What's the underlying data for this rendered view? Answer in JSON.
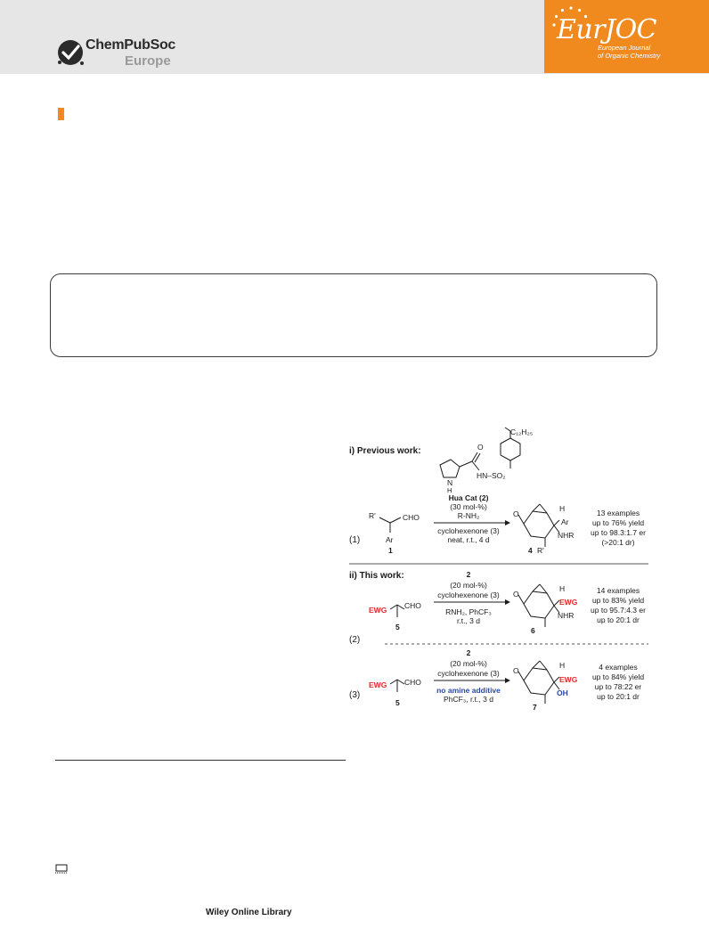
{
  "header": {
    "publisher_line1": "ChemPubSoc",
    "publisher_line2": "Europe",
    "journal_brand": "EurJOC",
    "journal_sub1": "European Journal",
    "journal_sub2": "of Organic Chemistry",
    "accent_color": "#f08a1e"
  },
  "scheme": {
    "previous_label": "i) Previous work:",
    "catalyst_substituent": "C₁₂H₂₅",
    "catalyst_hn": "HN–SO₂",
    "catalyst_nh": "N",
    "catalyst_h": "H",
    "catalyst_o": "O",
    "catalyst_name": "Hua Cat (2)",
    "r1": {
      "number": "(1)",
      "substrate_r": "R'",
      "substrate_cho": "CHO",
      "substrate_ar": "Ar",
      "substrate_id": "1",
      "above_arrow": [
        "(30 mol-%)",
        "R-NH₂"
      ],
      "below_arrow": [
        "cyclohexenone (3)",
        "neat, r.t., 4 d"
      ],
      "product_id": "4",
      "product_r": "R'",
      "product_o": "O",
      "product_h": "H",
      "product_ar": "Ar",
      "product_nhr": "NHR",
      "results": [
        "13 examples",
        "up to 76% yield",
        "up to 98.3:1.7 er",
        "(>20:1 dr)"
      ]
    },
    "this_label": "ii) This work:",
    "r2": {
      "number": "(2)",
      "ewg": "EWG",
      "cho": "CHO",
      "substrate_id": "5",
      "above_arrow": [
        "2",
        "(20 mol-%)",
        "cyclohexenone (3)"
      ],
      "below_arrow": [
        "RNH₂, PhCF₃",
        "r.t., 3 d"
      ],
      "product_id": "6",
      "product_o": "O",
      "product_h": "H",
      "product_ewg": "EWG",
      "product_nhr": "NHR",
      "results": [
        "14 examples",
        "up to 83% yield",
        "up to 95.7:4.3 er",
        "up to 20:1 dr"
      ]
    },
    "r3": {
      "number": "(3)",
      "ewg": "EWG",
      "cho": "CHO",
      "substrate_id": "5",
      "above_arrow": [
        "2",
        "(20 mol-%)",
        "cyclohexenone (3)"
      ],
      "below_arrow": [
        "no amine additive",
        "PhCF₃, r.t., 3 d"
      ],
      "product_id": "7",
      "product_o": "O",
      "product_h": "H",
      "product_ewg": "EWG",
      "product_oh": "OH",
      "results": [
        "4 examples",
        "up to 84% yield",
        "up to 78:22 er",
        "up to 20:1 dr"
      ]
    },
    "ewg_color": "#e8262c",
    "blue_color": "#2a4b9b"
  },
  "footer": {
    "publisher": "Wiley Online Library"
  }
}
